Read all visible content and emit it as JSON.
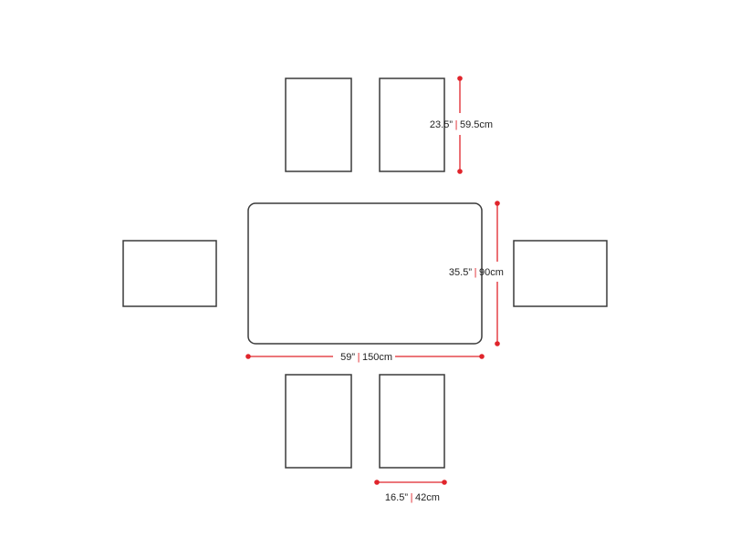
{
  "colors": {
    "outline": "#3a3a3a",
    "dimension": "#e0242b"
  },
  "dimensions": {
    "chair_depth": {
      "imperial": "23.5”",
      "metric": "59.5cm"
    },
    "table_depth": {
      "imperial": "35.5”",
      "metric": "90cm"
    },
    "table_width": {
      "imperial": "59”",
      "metric": "150cm"
    },
    "chair_width": {
      "imperial": "16.5”",
      "metric": "42cm"
    },
    "separator": "|"
  }
}
